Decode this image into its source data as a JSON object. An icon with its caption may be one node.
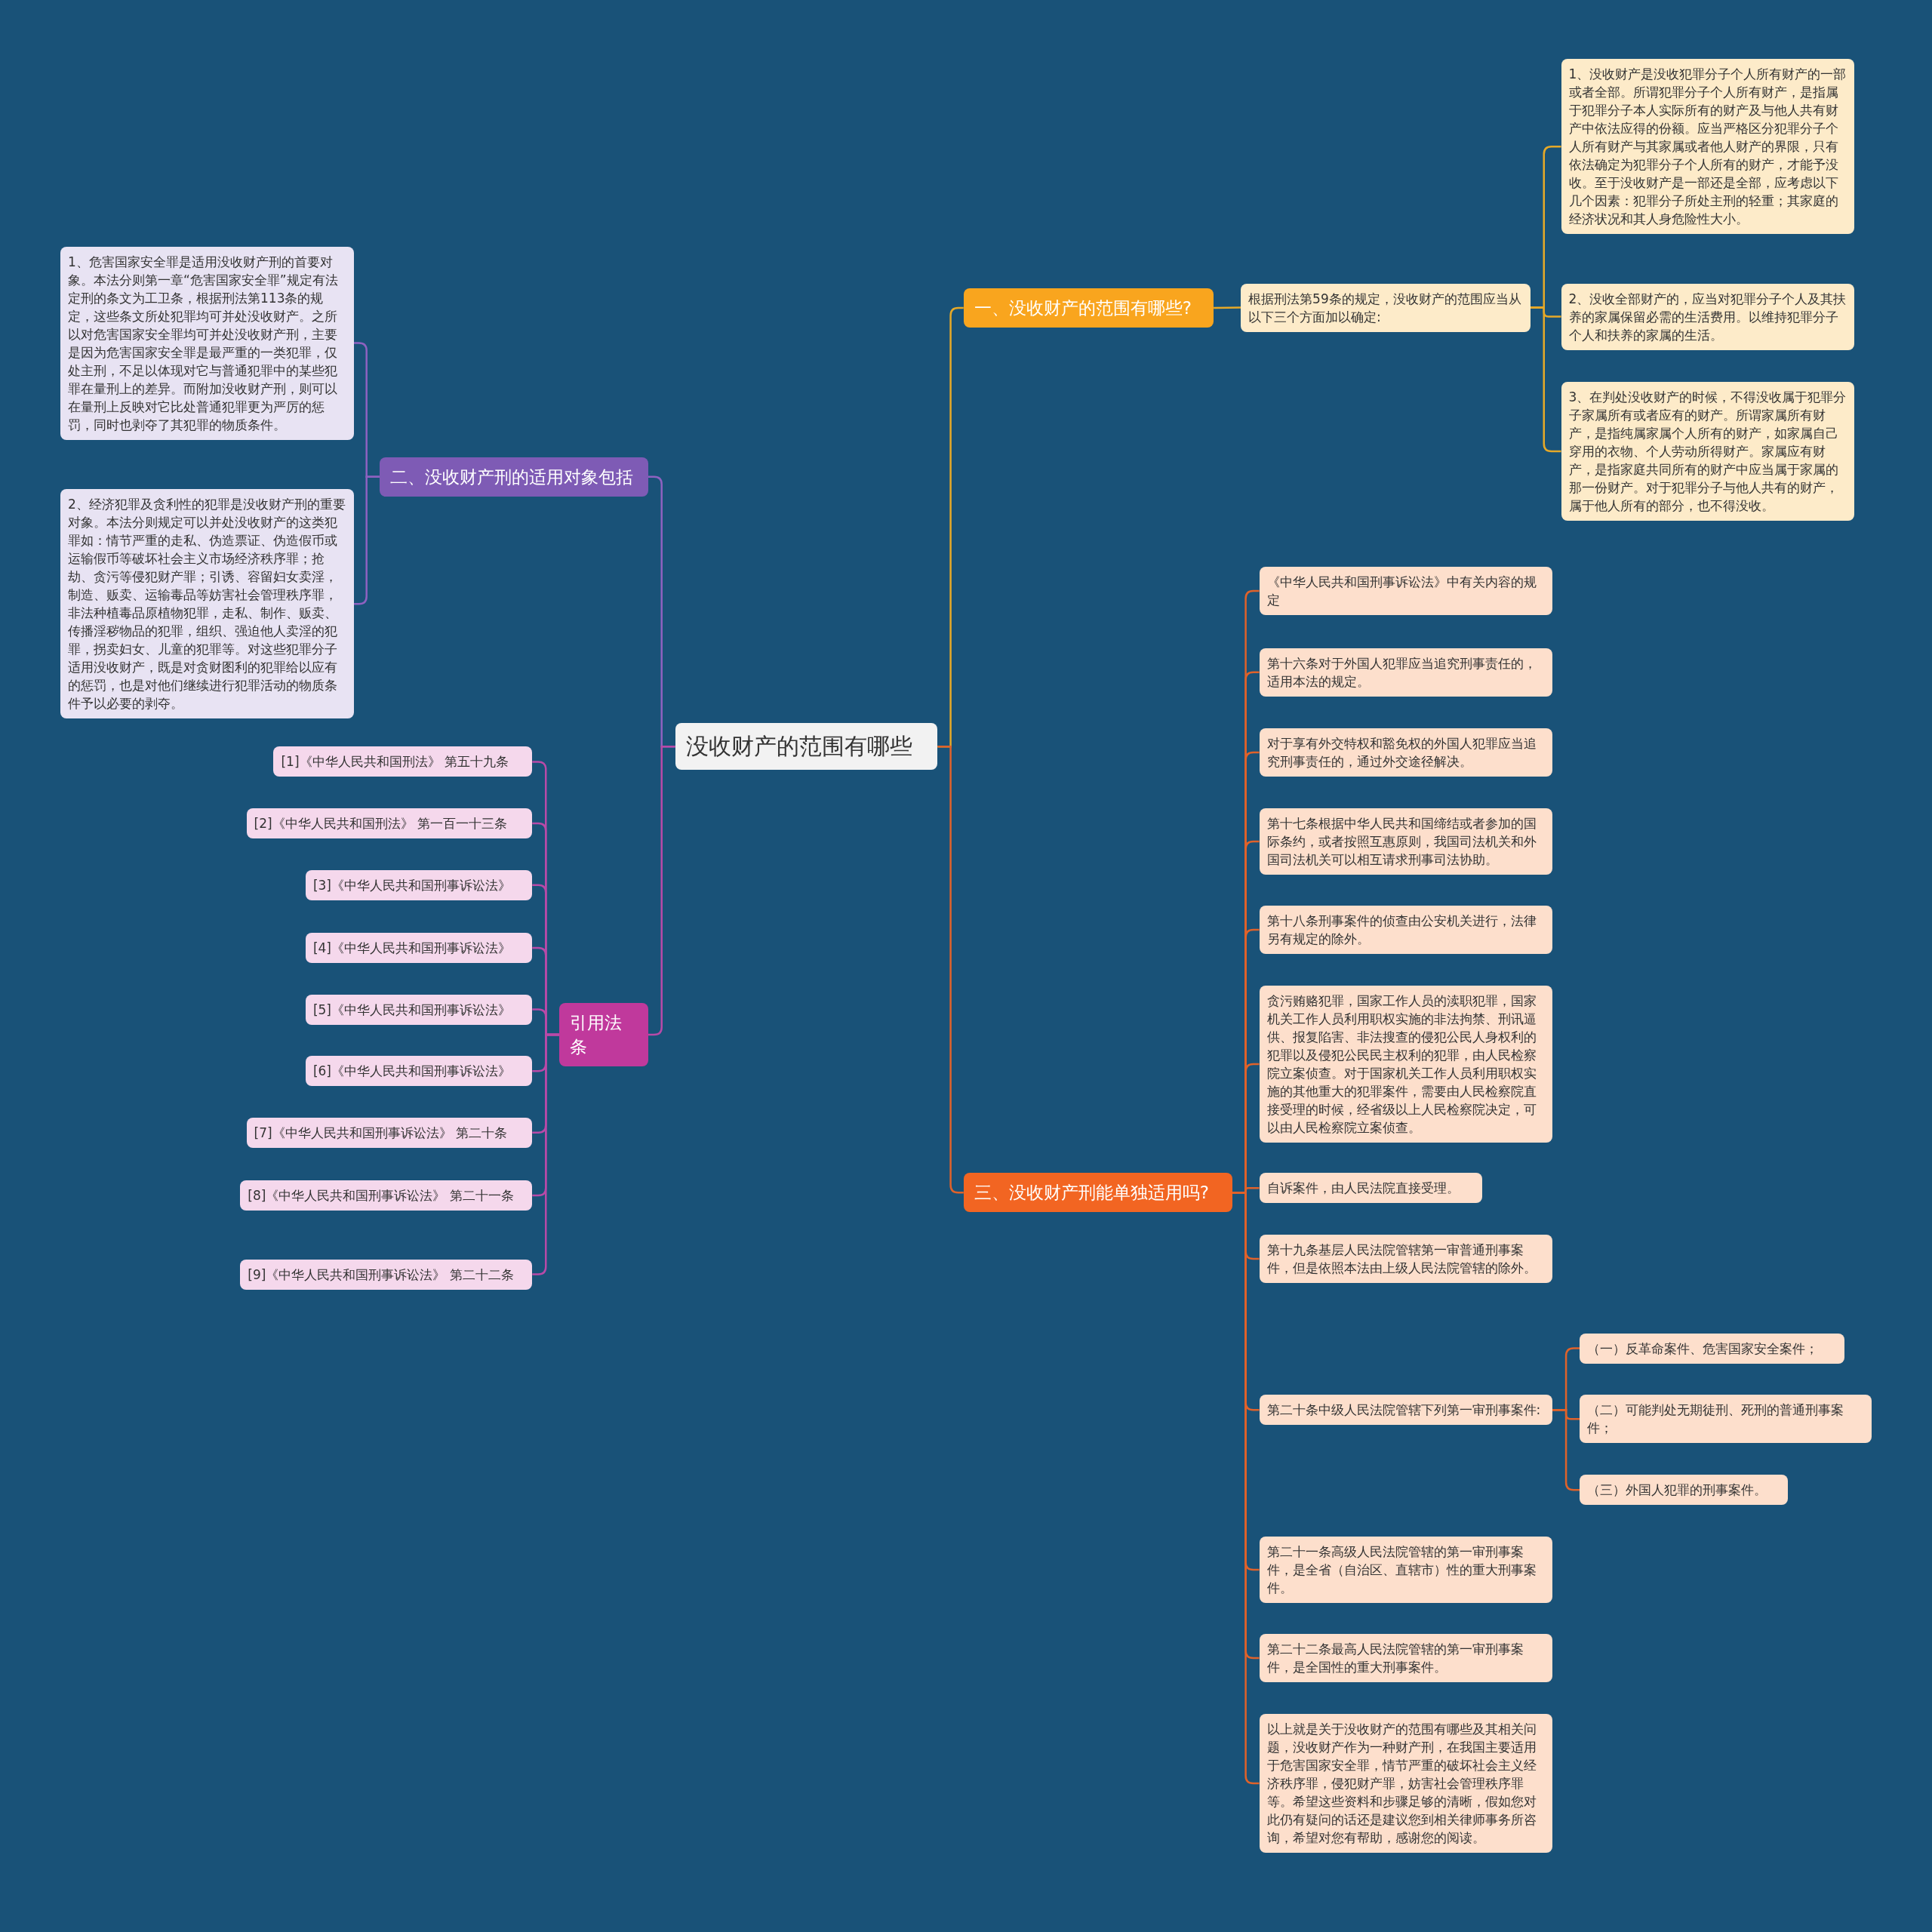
{
  "diagram": {
    "nodes": [
      {
        "text": [
          "没收财产的范围有哪些"
        ]
      },
      {
        "text": [
          "一、没收财产的范围有哪些?"
        ]
      },
      {
        "text": [
          "根据刑法第59条的规定，没收财产的范围应当从以下三个方面加以确定:"
        ]
      },
      {
        "text": [
          "1、没收财产是没收犯罪分子个人所有财产的一部或者全部。所谓犯罪分子个人所有财产，是指属于犯罪分子本人实际所有的财产及与他人共有财产中依法应得的份额。应当严格区分犯罪分子个人所有财产与其家属或者他人财产的界限，只有依法确定为犯罪分子个人所有的财产，才能予没收。至于没收财产是一部还是全部，应考虑以下几个因素：犯罪分子所处主刑的轻重；其家庭的经济状况和其人身危险性大小。"
        ]
      },
      {
        "text": [
          "2、没收全部财产的，应当对犯罪分子个人及其扶养的家属保留必需的生活费用。以维持犯罪分子个人和扶养的家属的生活。"
        ]
      },
      {
        "text": [
          "3、在判处没收财产的时候，不得没收属于犯罪分子家属所有或者应有的财产。所谓家属所有财产，是指纯属家属个人所有的财产，如家属自己穿用的衣物、个人劳动所得财产。家属应有财产，是指家庭共同所有的财产中应当属于家属的那一份财产。对于犯罪分子与他人共有的财产，属于他人所有的部分，也不得没收。"
        ]
      },
      {
        "text": [
          "二、没收财产刑的适用对象包括"
        ]
      },
      {
        "text": [
          "1、危害国家安全罪是适用没收财产刑的首要对象。本法分则第一章“危害国家安全罪”规定有法定刑的条文为工卫条，根据刑法第113条的规定，这些条文所处犯罪均可并处没收财产。之所以对危害国家安全罪均可并处没收财产刑，主要是因为危害国家安全罪是最严重的一类犯罪，仅处主刑，不足以体现对它与普通犯罪中的某些犯罪在量刑上的差异。而附加没收财产刑，则可以在量刑上反映对它比处普通犯罪更为严厉的惩罚，同时也剥夺了其犯罪的物质条件。"
        ]
      },
      {
        "text": [
          "2、经济犯罪及贪利性的犯罪是没收财产刑的重要对象。本法分则规定可以并处没收财产的这类犯罪如：情节严重的走私、伪造票证、伪造假币或运输假币等破坏社会主义市场经济秩序罪；抢劫、贪污等侵犯财产罪；引诱、容留妇女卖淫，制造、贩卖、运输毒品等妨害社会管理秩序罪，非法种植毒品原植物犯罪，走私、制作、贩卖、传播淫秽物品的犯罪，组织、强迫他人卖淫的犯罪，拐卖妇女、儿童的犯罪等。对这些犯罪分子适用没收财产，既是对贪财图利的犯罪给以应有的惩罚，也是对他们继续进行犯罪活动的物质条件予以必要的剥夺。"
        ]
      },
      {
        "text": [
          "引用法条"
        ]
      },
      {
        "text": [
          "[1]《中华人民共和国刑法》 第五十九条"
        ]
      },
      {
        "text": [
          "[2]《中华人民共和国刑法》 第一百一十三条"
        ]
      },
      {
        "text": [
          "[3]《中华人民共和国刑事诉讼法》"
        ]
      },
      {
        "text": [
          "[4]《中华人民共和国刑事诉讼法》"
        ]
      },
      {
        "text": [
          "[5]《中华人民共和国刑事诉讼法》"
        ]
      },
      {
        "text": [
          "[6]《中华人民共和国刑事诉讼法》"
        ]
      },
      {
        "text": [
          "[7]《中华人民共和国刑事诉讼法》 第二十条"
        ]
      },
      {
        "text": [
          "[8]《中华人民共和国刑事诉讼法》 第二十一条"
        ]
      },
      {
        "text": [
          "[9]《中华人民共和国刑事诉讼法》 第二十二条"
        ]
      },
      {
        "text": [
          "三、没收财产刑能单独适用吗?"
        ]
      },
      {
        "text": [
          "《中华人民共和国刑事诉讼法》中有关内容的规定"
        ]
      },
      {
        "text": [
          "第十六条对于外国人犯罪应当追究刑事责任的，适用本法的规定。"
        ]
      },
      {
        "text": [
          "对于享有外交特权和豁免权的外国人犯罪应当追究刑事责任的，通过外交途径解决。"
        ]
      },
      {
        "text": [
          "第十七条根据中华人民共和国缔结或者参加的国际条约，或者按照互惠原则，我国司法机关和外国司法机关可以相互请求刑事司法协助。"
        ]
      },
      {
        "text": [
          "第十八条刑事案件的侦查由公安机关进行，法律另有规定的除外。"
        ]
      },
      {
        "text": [
          "贪污贿赂犯罪，国家工作人员的渎职犯罪，国家机关工作人员利用职权实施的非法拘禁、刑讯逼供、报复陷害、非法搜查的侵犯公民人身权利的犯罪以及侵犯公民民主权利的犯罪，由人民检察院立案侦查。对于国家机关工作人员利用职权实施的其他重大的犯罪案件，需要由人民检察院直接受理的时候，经省级以上人民检察院决定，可以由人民检察院立案侦查。"
        ]
      },
      {
        "text": [
          "自诉案件，由人民法院直接受理。"
        ]
      },
      {
        "text": [
          "第十九条基层人民法院管辖第一审普通刑事案件，但是依照本法由上级人民法院管辖的除外。"
        ]
      },
      {
        "text": [
          "第二十条中级人民法院管辖下列第一审刑事案件:"
        ]
      },
      {
        "text": [
          "（一）反革命案件、危害国家安全案件；"
        ]
      },
      {
        "text": [
          "（二）可能判处无期徒刑、死刑的普通刑事案件；"
        ]
      },
      {
        "text": [
          "（三）外国人犯罪的刑事案件。"
        ]
      },
      {
        "text": [
          "第二十一条高级人民法院管辖的第一审刑事案件，是全省（自治区、直辖市）性的重大刑事案件。"
        ]
      },
      {
        "text": [
          "第二十二条最高人民法院管辖的第一审刑事案件，是全国性的重大刑事案件。"
        ]
      },
      {
        "text": [
          "以上就是关于没收财产的范围有哪些及其相关问题，没收财产作为一种财产刑，在我国主要适用于危害国家安全罪，情节严重的破坏社会主义经济秩序罪，侵犯财产罪，妨害社会管理秩序罪等。希望这些资料和步骤足够的清晰，假如您对此仍有疑问的话还是建议您到相关律师事务所咨询，希望对您有帮助，感谢您的阅读。"
        ]
      }
    ],
    "edges": [
      {
        "from": 0,
        "to": 1,
        "arrow": "none",
        "color": "#e6a928"
      },
      {
        "from": 1,
        "to": 2,
        "arrow": "none",
        "color": "#e6a928"
      },
      {
        "from": 2,
        "to": 3,
        "arrow": "none",
        "color": "#e6a928"
      },
      {
        "from": 2,
        "to": 4,
        "arrow": "none",
        "color": "#e6a928"
      },
      {
        "from": 2,
        "to": 5,
        "arrow": "none",
        "color": "#e6a928"
      },
      {
        "from": 0,
        "to": 6,
        "arrow": "none",
        "color": "#8e62c0"
      },
      {
        "from": 6,
        "to": 7,
        "arrow": "none",
        "color": "#8e62c0"
      },
      {
        "from": 6,
        "to": 8,
        "arrow": "none",
        "color": "#8e62c0"
      },
      {
        "from": 0,
        "to": 9,
        "arrow": "none",
        "color": "#b84aa8"
      },
      {
        "from": 9,
        "to": 10,
        "arrow": "none",
        "color": "#b84aa8"
      },
      {
        "from": 9,
        "to": 11,
        "arrow": "none",
        "color": "#b84aa8"
      },
      {
        "from": 9,
        "to": 12,
        "arrow": "none",
        "color": "#b84aa8"
      },
      {
        "from": 9,
        "to": 13,
        "arrow": "none",
        "color": "#b84aa8"
      },
      {
        "from": 9,
        "to": 14,
        "arrow": "none",
        "color": "#b84aa8"
      },
      {
        "from": 9,
        "to": 15,
        "arrow": "none",
        "color": "#b84aa8"
      },
      {
        "from": 9,
        "to": 16,
        "arrow": "none",
        "color": "#b84aa8"
      },
      {
        "from": 9,
        "to": 17,
        "arrow": "none",
        "color": "#b84aa8"
      },
      {
        "from": 9,
        "to": 18,
        "arrow": "none",
        "color": "#b84aa8"
      },
      {
        "from": 0,
        "to": 19,
        "arrow": "none",
        "color": "#e0622a"
      },
      {
        "from": 19,
        "to": 20,
        "arrow": "none",
        "color": "#e0622a"
      },
      {
        "from": 19,
        "to": 21,
        "arrow": "none",
        "color": "#e0622a"
      },
      {
        "from": 19,
        "to": 22,
        "arrow": "none",
        "color": "#e0622a"
      },
      {
        "from": 19,
        "to": 23,
        "arrow": "none",
        "color": "#e0622a"
      },
      {
        "from": 19,
        "to": 24,
        "arrow": "none",
        "color": "#e0622a"
      },
      {
        "from": 19,
        "to": 25,
        "arrow": "none",
        "color": "#e0622a"
      },
      {
        "from": 19,
        "to": 26,
        "arrow": "none",
        "color": "#e0622a"
      },
      {
        "from": 19,
        "to": 27,
        "arrow": "none",
        "color": "#e0622a"
      },
      {
        "from": 19,
        "to": 28,
        "arrow": "none",
        "color": "#e0622a"
      },
      {
        "from": 28,
        "to": 29,
        "arrow": "none",
        "color": "#e0622a"
      },
      {
        "from": 28,
        "to": 30,
        "arrow": "none",
        "color": "#e0622a"
      },
      {
        "from": 28,
        "to": 31,
        "arrow": "none",
        "color": "#e0622a"
      },
      {
        "from": 19,
        "to": 32,
        "arrow": "none",
        "color": "#e0622a"
      },
      {
        "from": 19,
        "to": 33,
        "arrow": "none",
        "color": "#e0622a"
      },
      {
        "from": 19,
        "to": 34,
        "arrow": "none",
        "color": "#e0622a"
      }
    ]
  }
}
